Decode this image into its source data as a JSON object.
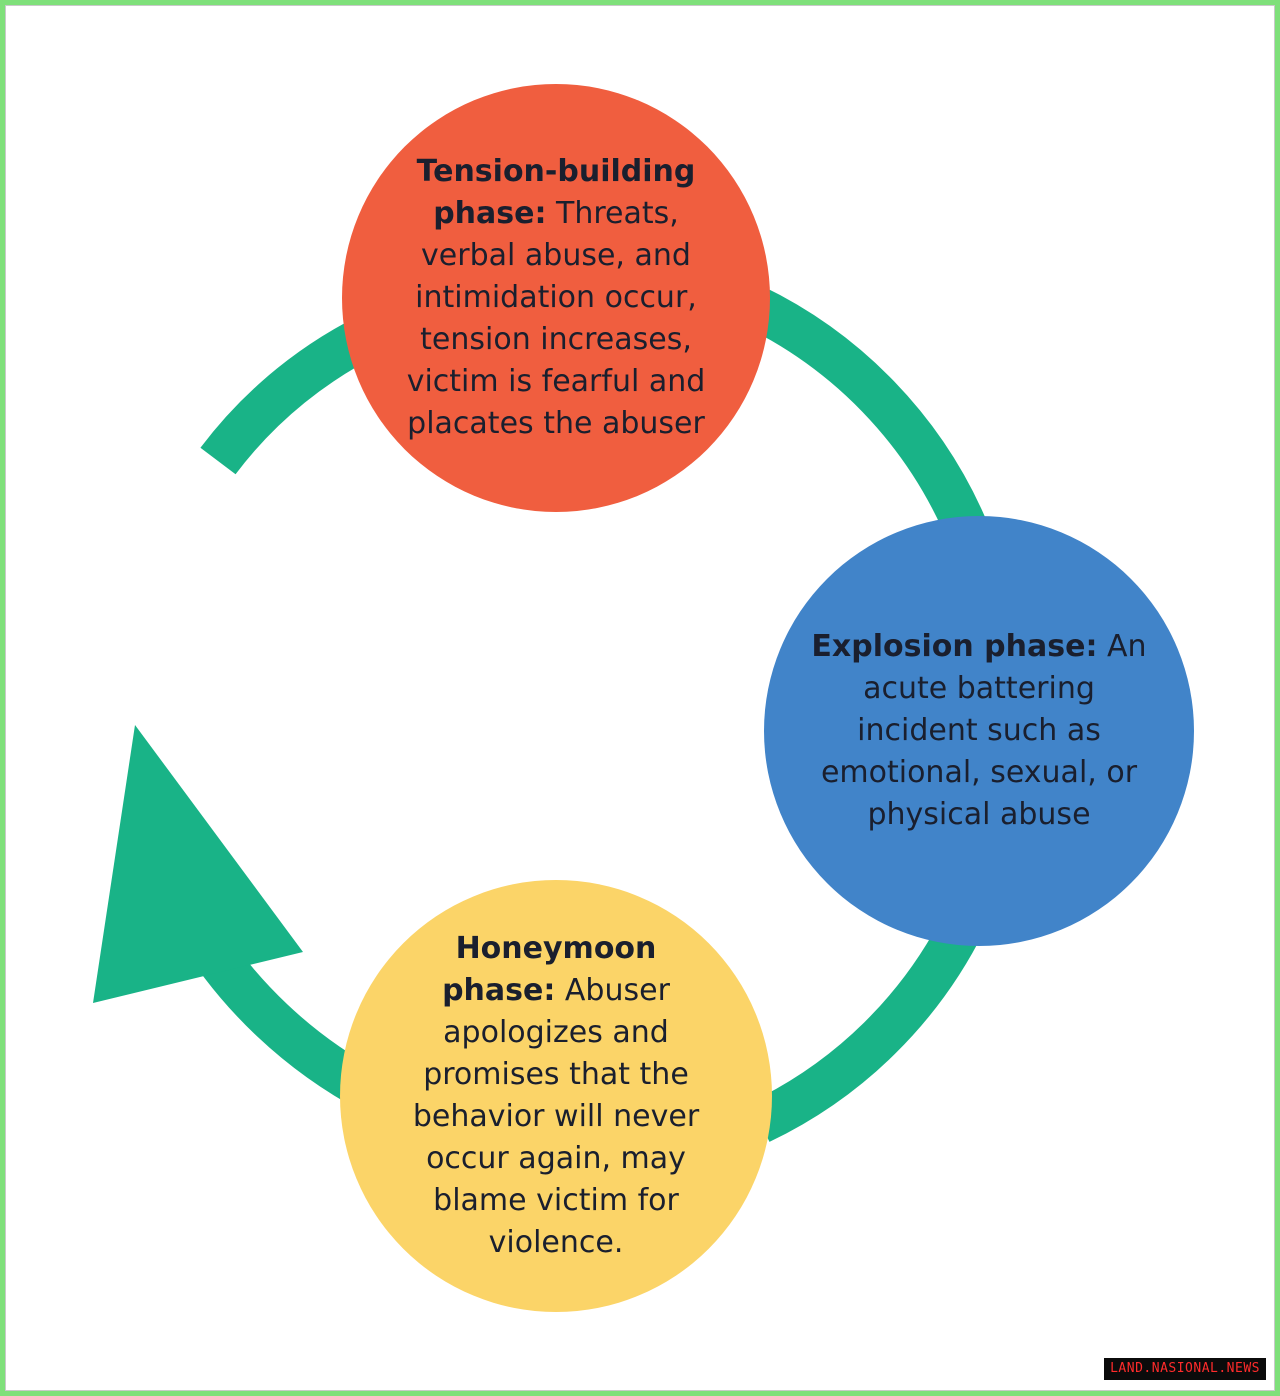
{
  "colors": {
    "frame": "#7fe07a",
    "arrow": "#19b387",
    "tension": "#f05e3f",
    "explosion": "#4184c9",
    "honeymoon": "#fbd468",
    "text": "#1a1f2e"
  },
  "phases": {
    "tension": {
      "title": "Tension-building phase:",
      "description": "Threats, verbal abuse, and intimidation occur, tension increases, victim is fearful and placates the abuser"
    },
    "explosion": {
      "title": "Explosion phase:",
      "description": "An acute battering incident such as emotional, sexual, or physical abuse"
    },
    "honeymoon": {
      "title": "Honeymoon phase:",
      "description": "Abuser apologizes and promises that the behavior will never occur again, may blame victim for violence."
    }
  },
  "watermark": "LAND.NASIONAL.NEWS"
}
